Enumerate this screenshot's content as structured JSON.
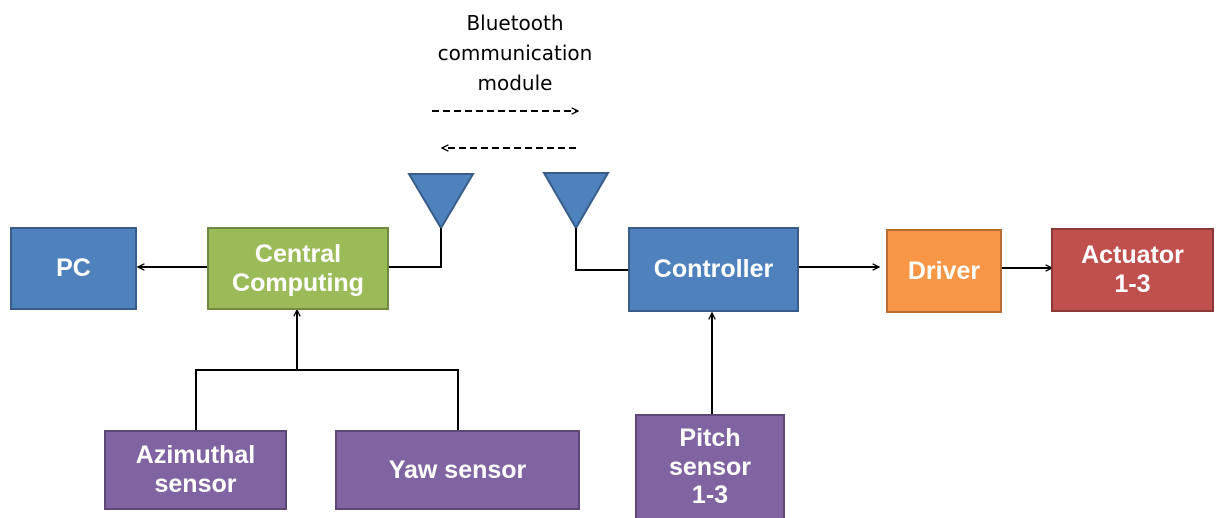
{
  "nodes": {
    "pc": "PC",
    "central_computing": "Central\nComputing",
    "controller": "Controller",
    "driver": "Driver",
    "actuator": "Actuator\n1-3",
    "azimuthal_sensor": "Azimuthal\nsensor",
    "yaw_sensor": "Yaw sensor",
    "pitch_sensor": "Pitch\nsensor\n1-3"
  },
  "labels": {
    "bluetooth": "Bluetooth\ncommunication\nmodule"
  },
  "colors": {
    "blue": "#4f81bd",
    "green": "#9bbb59",
    "orange": "#f79646",
    "red": "#c0504d",
    "purple": "#8064a2"
  }
}
